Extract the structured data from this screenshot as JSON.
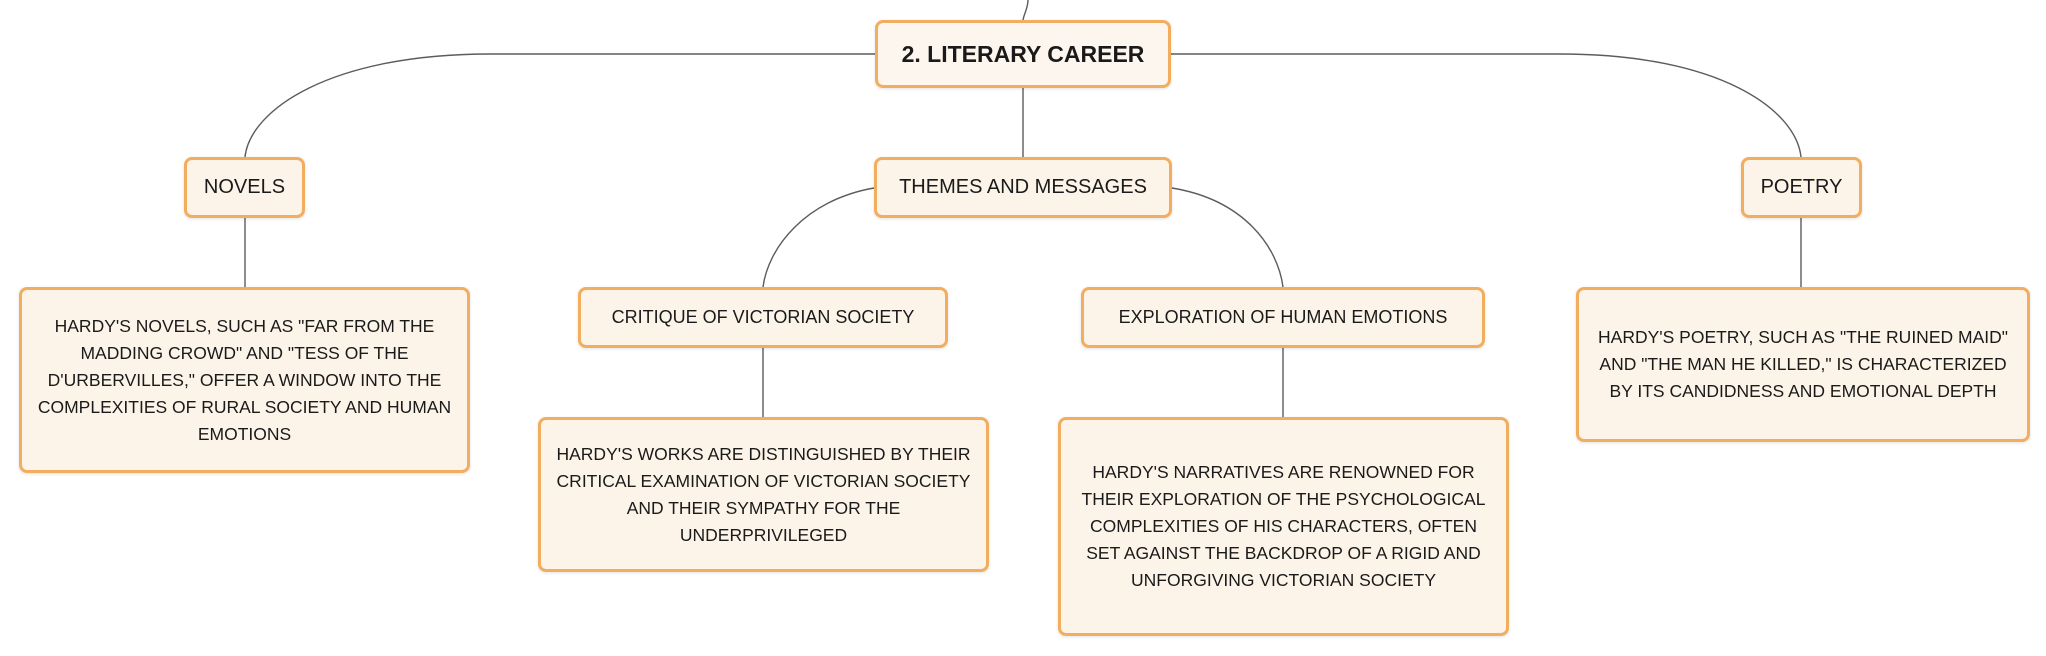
{
  "diagram": {
    "root": {
      "label": "2. LITERARY CAREER"
    },
    "branches": {
      "novels": {
        "label": "NOVELS",
        "detail": "HARDY'S NOVELS, SUCH AS \"FAR FROM THE MADDING CROWD\" AND \"TESS OF THE D'URBERVILLES,\" OFFER A WINDOW INTO THE COMPLEXITIES OF RURAL SOCIETY AND HUMAN EMOTIONS"
      },
      "themes": {
        "label": "THEMES AND MESSAGES",
        "critique": {
          "label": "CRITIQUE OF VICTORIAN SOCIETY",
          "detail": "HARDY'S WORKS ARE DISTINGUISHED BY THEIR CRITICAL EXAMINATION OF VICTORIAN SOCIETY AND THEIR SYMPATHY FOR THE UNDERPRIVILEGED"
        },
        "exploration": {
          "label": "EXPLORATION OF HUMAN EMOTIONS",
          "detail": "HARDY'S NARRATIVES ARE RENOWNED FOR THEIR EXPLORATION OF THE PSYCHOLOGICAL COMPLEXITIES OF HIS CHARACTERS, OFTEN SET AGAINST THE BACKDROP OF A RIGID AND UNFORGIVING VICTORIAN SOCIETY"
        }
      },
      "poetry": {
        "label": "POETRY",
        "detail": "HARDY'S POETRY, SUCH AS \"THE RUINED MAID\" AND \"THE MAN HE KILLED,\" IS CHARACTERIZED BY ITS CANDIDNESS AND EMOTIONAL DEPTH"
      }
    },
    "colors": {
      "node_fill": "#fdf4e9",
      "node_border": "#f3ad5e",
      "connector": "#5c5c5c"
    }
  }
}
